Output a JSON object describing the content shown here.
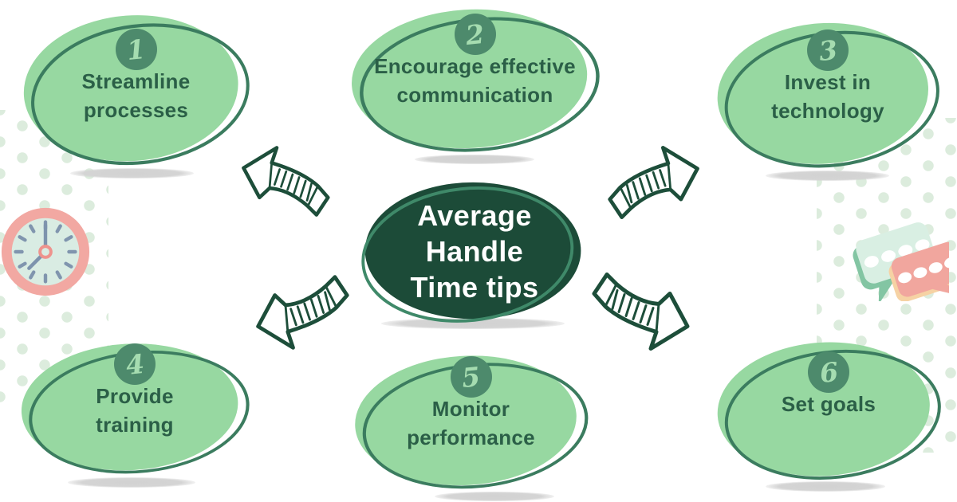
{
  "title": {
    "lines": [
      "Average",
      "Handle",
      "Time tips"
    ]
  },
  "tips": [
    {
      "number": "1",
      "lines": [
        "Streamline",
        "processes"
      ]
    },
    {
      "number": "2",
      "lines": [
        "Encourage effective",
        "communication"
      ]
    },
    {
      "number": "3",
      "lines": [
        "Invest in",
        "technology"
      ]
    },
    {
      "number": "4",
      "lines": [
        "Provide",
        "training"
      ]
    },
    {
      "number": "5",
      "lines": [
        "Monitor",
        "performance"
      ]
    },
    {
      "number": "6",
      "lines": [
        "Set goals"
      ]
    }
  ],
  "decorations": {
    "clock_icon": "analog-clock",
    "chat_icon": "speech-bubbles",
    "arrow_icon": "hand-drawn-3d-arrow",
    "dot_pattern": "polka-dots"
  },
  "palette": {
    "bubble_green": "#97d8a1",
    "outline_green": "#3b7c5f",
    "dark_green": "#1c4b38",
    "text_green": "#2b5f47",
    "badge_green": "#4d8a6c",
    "badge_number": "#a5dcb0",
    "title_text": "#ffffff",
    "shadow_gray": "#d2d2d2",
    "dot_green": "#dcecdd",
    "clock_ring": "#f2a8a2",
    "clock_face": "#d9ece3",
    "clock_hands": "#7d93ad",
    "bubble_mint": "#d9efe3",
    "bubble_mint_edge": "#83c5a3",
    "bubble_pink": "#f1a69e",
    "bubble_pink_edge": "#f6d2a4"
  }
}
